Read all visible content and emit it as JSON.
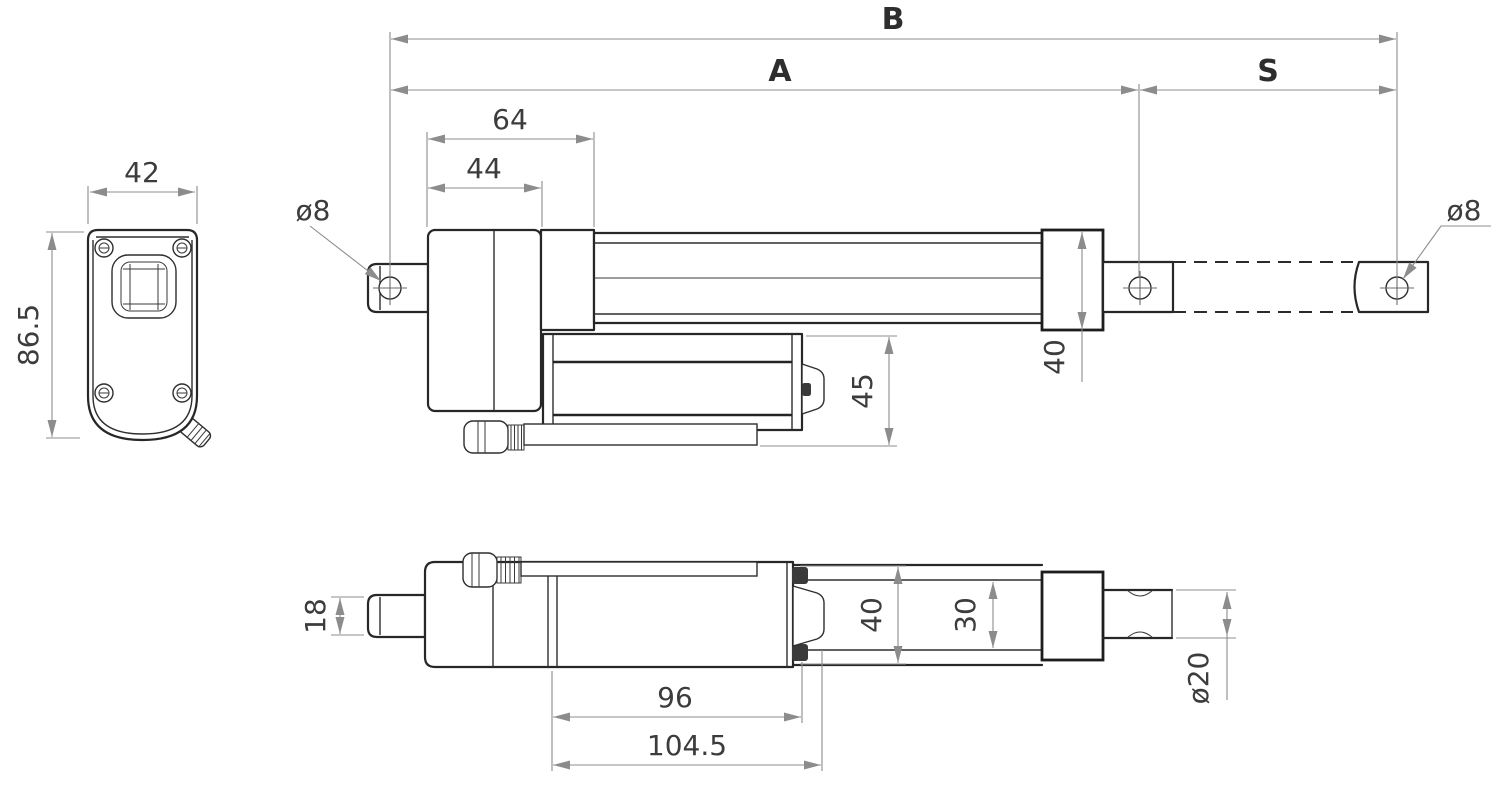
{
  "drawing": {
    "type": "linear-actuator-dimension-drawing",
    "colors": {
      "background": "#ffffff",
      "object_line": "#272727",
      "dimension_line": "#8c8c8c",
      "dimension_text": "#3c3c3c"
    },
    "end_view": {
      "width": "42",
      "height": "86.5"
    },
    "side_view": {
      "overall_length_label": "B",
      "retracted_length_label": "A",
      "stroke_label": "S",
      "gearbox_length": "64",
      "gearbox_front_length": "44",
      "front_hole_dia": "ø8",
      "rear_hole_dia": "ø8",
      "end_cap_height": "40",
      "motor_housing_height": "45"
    },
    "bottom_view": {
      "pin_width": "18",
      "outer_tube_height": "40",
      "inner_tube_height": "30",
      "motor_section_length": "96",
      "housing_total_length": "104.5",
      "rod_dia": "ø20"
    }
  }
}
